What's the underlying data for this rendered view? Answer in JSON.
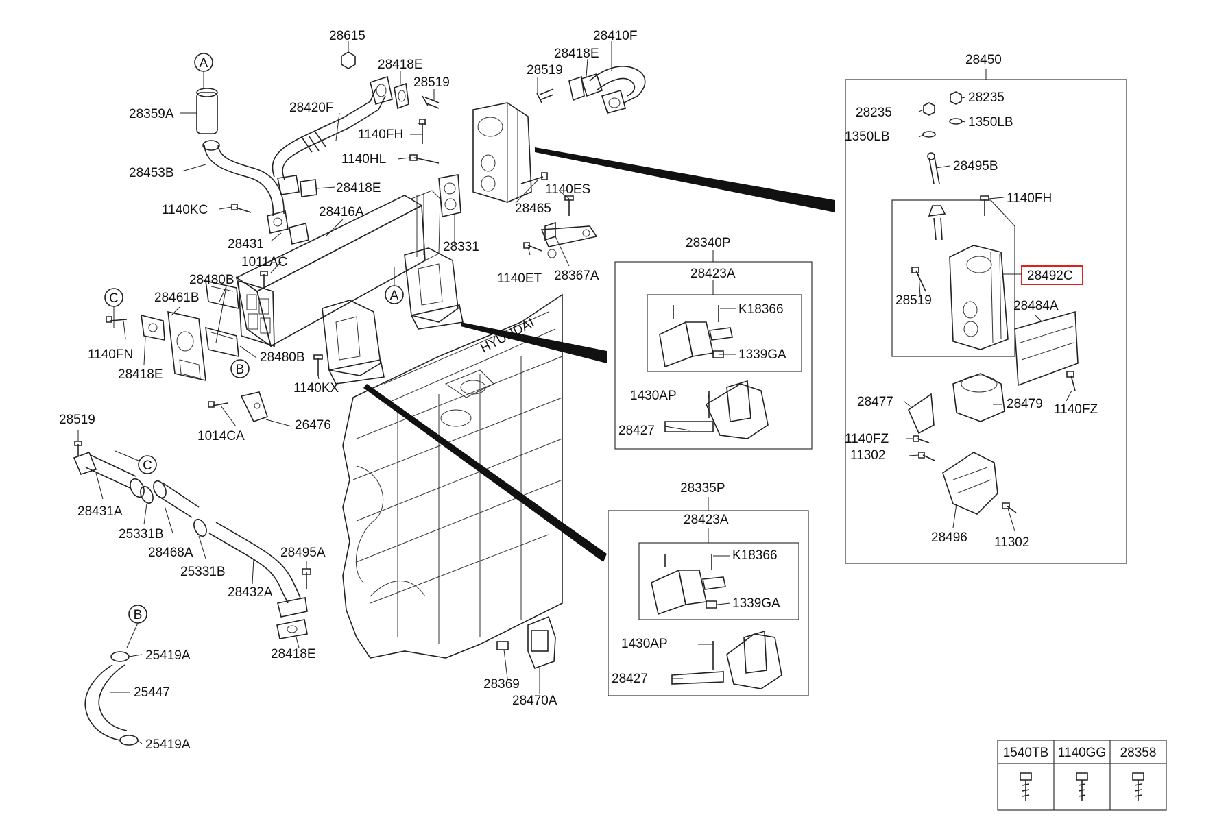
{
  "labels": {
    "p28615": "28615",
    "p28410F": "28410F",
    "p28418E_a": "28418E",
    "p28418E_b": "28418E",
    "p28519_a": "28519",
    "p28519_b": "28519",
    "p28420F": "28420F",
    "p1140FH_a": "1140FH",
    "p1140HL": "1140HL",
    "p28418E_c": "28418E",
    "p28359A": "28359A",
    "p28453B": "28453B",
    "p1140KC": "1140KC",
    "p28416A": "28416A",
    "p28431": "28431",
    "p1011AC": "1011AC",
    "p28331": "28331",
    "p1140ES": "1140ES",
    "p28465": "28465",
    "p1140ET": "1140ET",
    "p28367A": "28367A",
    "p28480B_a": "28480B",
    "p28461B": "28461B",
    "p1140FN": "1140FN",
    "p28418E_d": "28418E",
    "p28480B_b": "28480B",
    "p1140KX": "1140KX",
    "p1014CA": "1014CA",
    "p26476": "26476",
    "p28519_c": "28519",
    "p28431A": "28431A",
    "p25331B_a": "25331B",
    "p28468A": "28468A",
    "p25331B_b": "25331B",
    "p28432A": "28432A",
    "p28495A": "28495A",
    "p28418E_e": "28418E",
    "p25419A_a": "25419A",
    "p25447": "25447",
    "p25419A_b": "25419A",
    "p28369": "28369",
    "p28470A": "28470A",
    "p28340P": "28340P",
    "p28423A_a": "28423A",
    "pK18366_a": "K18366",
    "p1339GA_a": "1339GA",
    "p1430AP_a": "1430AP",
    "p28427_a": "28427",
    "p28335P": "28335P",
    "p28423A_b": "28423A",
    "pK18366_b": "K18366",
    "p1339GA_b": "1339GA",
    "p1430AP_b": "1430AP",
    "p28427_b": "28427",
    "p28450": "28450",
    "p28235_a": "28235",
    "p28235_b": "28235",
    "p1350LB_a": "1350LB",
    "p1350LB_b": "1350LB",
    "p28495B": "28495B",
    "p1140FH_b": "1140FH",
    "p28492C": "28492C",
    "p28519_d": "28519",
    "p28484A": "28484A",
    "p28477": "28477",
    "p28479": "28479",
    "p1140FZ_a": "1140FZ",
    "p1140FZ_b": "1140FZ",
    "p11302_a": "11302",
    "p28496": "28496",
    "p11302_b": "11302"
  },
  "refs": {
    "A1": "A",
    "A2": "A",
    "B1": "B",
    "B2": "B",
    "C1": "C",
    "C2": "C"
  },
  "engine_text": "HYUNDAI",
  "bolt_table": {
    "headers": [
      "1540TB",
      "1140GG",
      "28358"
    ]
  },
  "highlight_color": "#e0201b"
}
